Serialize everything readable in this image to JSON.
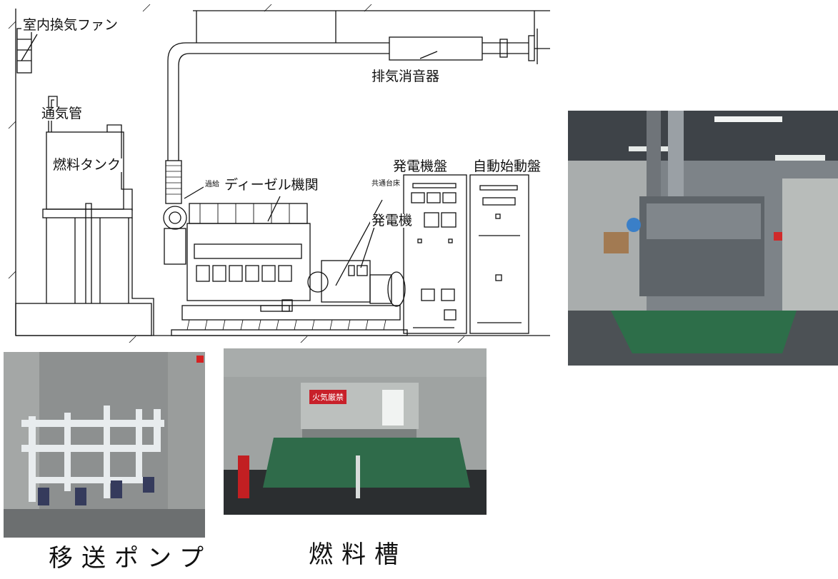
{
  "diagram": {
    "labels": {
      "vent_fan": "室内換気ファン",
      "vent_pipe": "通気管",
      "fuel_tank": "燃料タンク",
      "exhaust_silencer": "排気消音器",
      "turbo": "過給",
      "diesel_engine": "ディーゼル機関",
      "common_base": "共通台床",
      "generator": "発電機",
      "generator_panel": "発電機盤",
      "auto_start_panel": "自動始動盤"
    }
  },
  "photos": {
    "engine_room": {
      "alt": ""
    },
    "transfer_pump": {
      "caption": "移送ポンプ"
    },
    "fuel_tank_room": {
      "caption": "燃料槽",
      "sign_text": "火気厳禁"
    }
  },
  "colors": {
    "line": "#111111",
    "photo_gray": "#8a8f94",
    "tank_green": "#2f6b4a",
    "sign_red": "#c8202a"
  }
}
